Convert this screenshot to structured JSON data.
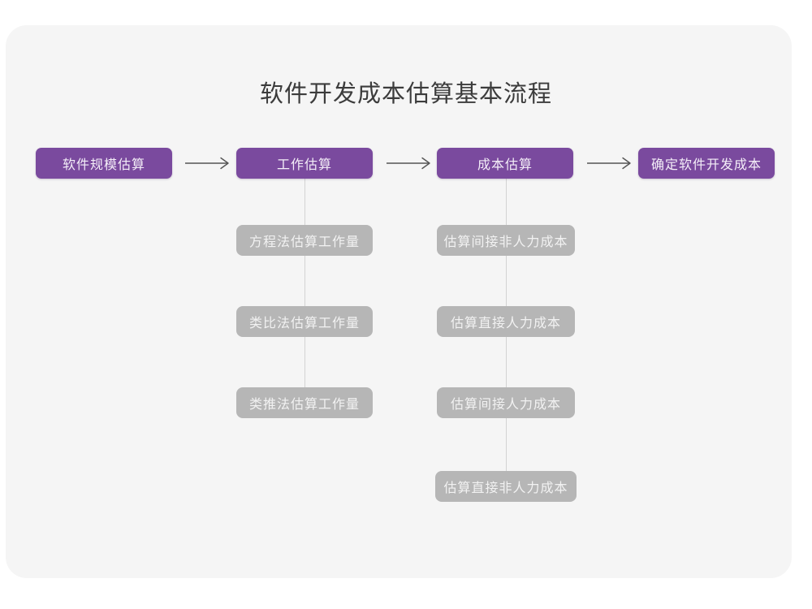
{
  "diagram": {
    "title": "软件开发成本估算基本流程",
    "colors": {
      "canvas": "#ffffff",
      "card": "#f5f5f5",
      "primary": "#7a4a9e",
      "primary_text": "#f4eef8",
      "secondary": "#b6b6b6",
      "secondary_text": "#f2f2f2",
      "title_text": "#3c3c3c",
      "connector": "#d2d2d2",
      "arrow": "#555555"
    },
    "main_flow": [
      {
        "id": "scale",
        "label": "软件规模估算"
      },
      {
        "id": "effort",
        "label": "工作估算"
      },
      {
        "id": "cost",
        "label": "成本估算"
      },
      {
        "id": "final",
        "label": "确定软件开发成本"
      }
    ],
    "arrows": [
      {
        "id": "arrow-1",
        "glyph": "arrow-right-icon"
      },
      {
        "id": "arrow-2",
        "glyph": "arrow-right-icon"
      },
      {
        "id": "arrow-3",
        "glyph": "arrow-right-icon"
      }
    ],
    "effort_methods": [
      {
        "id": "equation",
        "label": "方程法估算工作量"
      },
      {
        "id": "analogy",
        "label": "类比法估算工作量"
      },
      {
        "id": "inference",
        "label": "类推法估算工作量"
      }
    ],
    "cost_items": [
      {
        "id": "indirect-nonlabor",
        "label": "估算间接非人力成本"
      },
      {
        "id": "direct-labor",
        "label": "估算直接人力成本"
      },
      {
        "id": "indirect-labor",
        "label": "估算间接人力成本"
      },
      {
        "id": "direct-nonlabor",
        "label": "估算直接非人力成本"
      }
    ]
  }
}
